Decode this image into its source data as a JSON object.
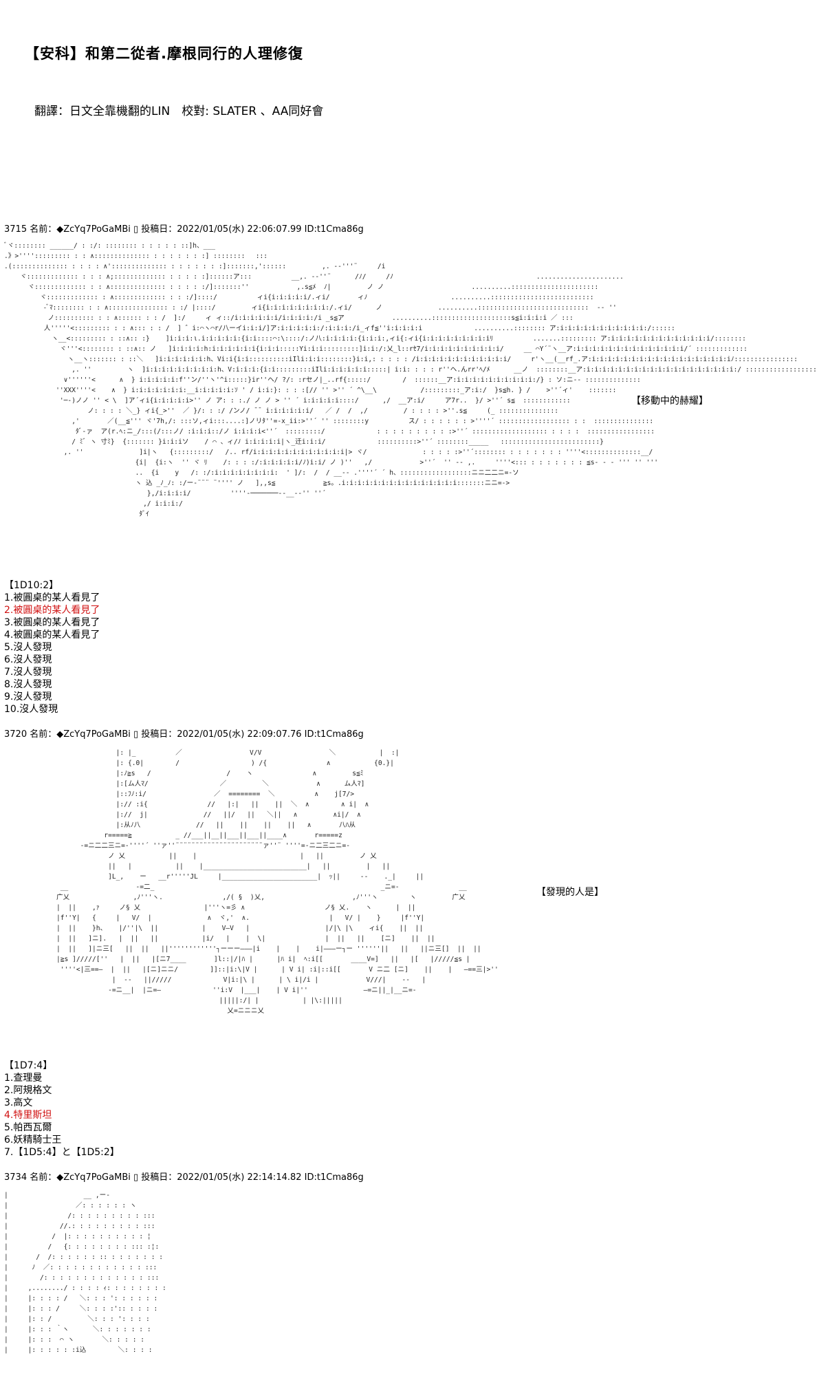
{
  "title": "【安科】和第二從者.摩根同行的人理修復",
  "credit": "翻譯：日文全靠機翻的LIN　校對: SLATER 、AA同好會",
  "colors": {
    "highlight": "#d01010"
  },
  "posts": [
    {
      "header": "3715 名前：◆ZcYq7PoGaMBi ▯ 投稿日：2022/01/05(水) 22:06:07.99 ID:t1Cma86g",
      "caption": "【移動中的赫耀】",
      "roll_label": "【1D10:2】",
      "options": [
        "1.被圓桌的某人看見了",
        "2.被圓桌的某人看見了",
        "3.被圓桌的某人看見了",
        "4.被圓桌的某人看見了",
        "5.沒人發現",
        "6.沒人發現",
        "7.沒人發現",
        "8.沒人發現",
        "9.沒人發現",
        "10.沒人發現"
      ],
      "highlight_index": 1
    },
    {
      "header": "3720 名前：◆ZcYq7PoGaMBi ▯ 投稿日：2022/01/05(水) 22:09:07.76 ID:t1Cma86g",
      "caption": "【發現的人是】",
      "roll_label": "【1D7:4】",
      "options": [
        "1.查理曼",
        "2.阿規格文",
        "3.高文",
        "4.特里斯坦",
        "5.帕西瓦爾",
        "6.妖精騎士王",
        "7.【1D5:4】と【1D5:2】"
      ],
      "highlight_index": 3
    },
    {
      "header": "3734 名前：◆ZcYq7PoGaMBi ▯ 投稿日：2022/01/05(水) 22:14:14.82 ID:t1Cma86g"
    }
  ]
}
